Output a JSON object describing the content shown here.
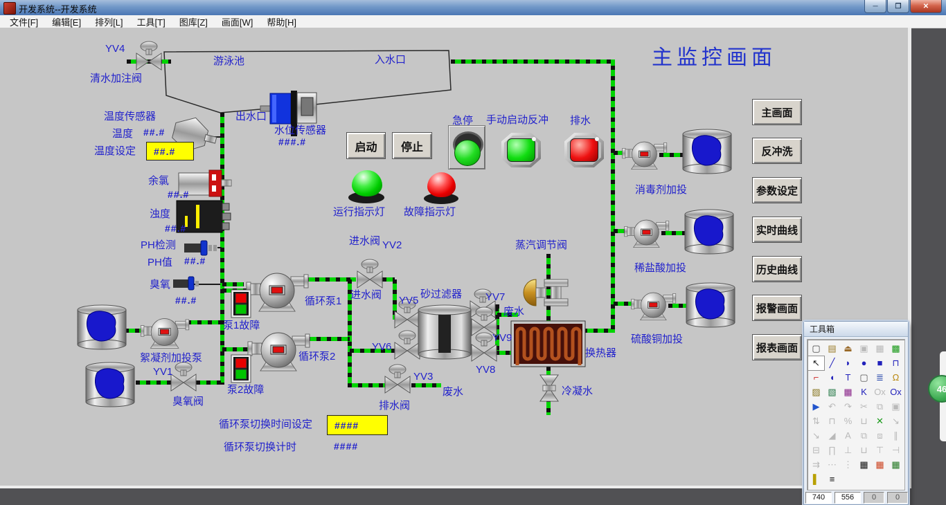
{
  "window": {
    "title": "开发系统--开发系统",
    "menu": [
      "文件[F]",
      "编辑[E]",
      "排列[L]",
      "工具[T]",
      "图库[Z]",
      "画面[W]",
      "帮助[H]"
    ],
    "controls": {
      "minimize": "─",
      "restore": "❐",
      "close": "✕"
    }
  },
  "screen": {
    "title": "主监控画面",
    "yv4": "YV4",
    "clean_water_valve": "清水加注阀",
    "pool_name": "游泳池",
    "pool_inlet": "入水口",
    "pool_outlet": "出水口",
    "level_sensor": "水位传感器",
    "level_value": "###.#",
    "temp_sensor": "温度传感器",
    "temp_label": "温度",
    "temp_value": "##.#",
    "temp_set_label": "温度设定",
    "temp_set_value": "##.#",
    "chlorine_label": "余氯",
    "chlorine_value": "##.#",
    "turbidity_label": "浊度",
    "turbidity_value": "##.#",
    "ph_detect": "PH检测",
    "ph_label": "PH值",
    "ph_value": "##.#",
    "ozone_label": "臭氧",
    "ozone_value": "##.#",
    "start": "启动",
    "stop": "停止",
    "estop": "急停",
    "backwash": "手动启动反冲",
    "drain": "排水",
    "run_lamp": "运行指示灯",
    "fault_lamp": "故障指示灯",
    "dosing": [
      "消毒剂加投",
      "稀盐酸加投",
      "硫酸铜加投"
    ],
    "inlet_valve": "进水阀",
    "yv2": "YV2",
    "inlet_valve2": "进水阀",
    "yv5": "YV5",
    "yv6": "YV6",
    "sand_filter": "砂过滤器",
    "yv7": "YV7",
    "waste1": "废水",
    "yv9": "YV9",
    "yv8": "YV8",
    "steam_valve": "蒸汽调节阀",
    "heat_exchanger": "换热器",
    "condensate": "冷凝水",
    "yv3": "YV3",
    "drain_valve": "排水阀",
    "waste2": "废水",
    "pump1": "循环泵1",
    "pump1_fault": "泵1故障",
    "pump2": "循环泵2",
    "pump2_fault": "泵2故障",
    "floc_pump": "絮凝剂加投泵",
    "yv1": "YV1",
    "ozone_valve": "臭氧阀",
    "switch_time_label": "循环泵切换时间设定",
    "switch_time_value": "####",
    "switch_timer_label": "循环泵切换计时",
    "switch_timer_value": "####"
  },
  "nav": {
    "buttons": [
      "主画面",
      "反冲洗",
      "参数设定",
      "实时曲线",
      "历史曲线",
      "报警画面",
      "报表画面"
    ]
  },
  "toolbox": {
    "title": "工具箱",
    "status": [
      "740",
      "556",
      "0",
      "0"
    ],
    "icons": [
      {
        "g": "▢",
        "n": "new-file-icon",
        "c": "#444"
      },
      {
        "g": "▤",
        "n": "open-file-icon",
        "c": "#9a7b2a"
      },
      {
        "g": "⏏",
        "n": "exit-icon",
        "c": "#9a6a2a"
      },
      {
        "g": "▣",
        "n": "save-icon",
        "dim": true
      },
      {
        "g": "▦",
        "n": "preview-icon",
        "dim": true
      },
      {
        "g": "▩",
        "n": "runtime-icon",
        "c": "#1a9a1a"
      },
      {
        "g": "↖",
        "n": "pointer-tool-icon",
        "sel": true,
        "c": "#222"
      },
      {
        "g": "╱",
        "n": "line-tool-icon",
        "c": "#2222bb"
      },
      {
        "g": "◗",
        "n": "ellipse-tool-icon",
        "c": "#2222bb"
      },
      {
        "g": "●",
        "n": "circle-tool-icon",
        "c": "#2222bb"
      },
      {
        "g": "■",
        "n": "rect-tool-icon",
        "c": "#2222bb"
      },
      {
        "g": "⊓",
        "n": "polyline-tool-icon",
        "c": "#2222bb"
      },
      {
        "g": "⌐",
        "n": "pipe-tool-icon",
        "c": "#cc2222"
      },
      {
        "g": "◖",
        "n": "arc-tool-icon",
        "c": "#2222bb"
      },
      {
        "g": "T",
        "n": "text-tool-icon",
        "c": "#2222bb"
      },
      {
        "g": "▢",
        "n": "roundrect-tool-icon",
        "c": "#555"
      },
      {
        "g": "≣",
        "n": "report-tool-icon",
        "c": "#2244aa"
      },
      {
        "g": "Ω",
        "n": "alarm-bell-tool-icon",
        "c": "#b8860b"
      },
      {
        "g": "▨",
        "n": "script-tool-icon",
        "c": "#887722"
      },
      {
        "g": "▧",
        "n": "bitmap-tool-icon",
        "c": "#227744"
      },
      {
        "g": "▦",
        "n": "graph-tool-icon",
        "c": "#882288"
      },
      {
        "g": "K",
        "n": "datetime-tool-icon",
        "c": "#2222bb"
      },
      {
        "g": "Ox",
        "n": "display-tool-icon",
        "dim": true
      },
      {
        "g": "Ox",
        "n": "display2-tool-icon",
        "c": "#2222bb"
      },
      {
        "g": "▶",
        "n": "animation-tool-icon",
        "c": "#2255cc"
      },
      {
        "g": "↶",
        "n": "undo-icon",
        "dim": true
      },
      {
        "g": "↷",
        "n": "redo-icon",
        "dim": true
      },
      {
        "g": "✂",
        "n": "cut-icon",
        "dim": true
      },
      {
        "g": "⧉",
        "n": "copy-icon",
        "dim": true
      },
      {
        "g": "▣",
        "n": "paste-icon",
        "dim": true
      },
      {
        "g": "⇅",
        "n": "flip-vertical-icon",
        "dim": true
      },
      {
        "g": "⊓",
        "n": "align-widget-icon",
        "dim": true
      },
      {
        "g": "%",
        "n": "scale-icon",
        "dim": true
      },
      {
        "g": "⊔",
        "n": "mirror-icon",
        "dim": true
      },
      {
        "g": "✕",
        "n": "group-icon",
        "c": "#1a9a1a"
      },
      {
        "g": "↘",
        "n": "move-icon",
        "dim": true
      },
      {
        "g": "↘",
        "n": "rotate-icon",
        "dim": true
      },
      {
        "g": "◢",
        "n": "skew-icon",
        "dim": true
      },
      {
        "g": "A",
        "n": "font-icon",
        "dim": true
      },
      {
        "g": "⧉",
        "n": "copy-style-icon",
        "dim": true
      },
      {
        "g": "⧈",
        "n": "paste-style-icon",
        "dim": true
      },
      {
        "g": "∥",
        "n": "same-size-icon",
        "dim": true
      },
      {
        "g": "⊟",
        "n": "align-left-icon",
        "dim": true
      },
      {
        "g": "∏",
        "n": "align-center-icon",
        "dim": true
      },
      {
        "g": "⊥",
        "n": "align-right-icon",
        "dim": true
      },
      {
        "g": "⊔",
        "n": "align-top-icon",
        "dim": true
      },
      {
        "g": "⊤",
        "n": "align-middle-icon",
        "dim": true
      },
      {
        "g": "⊣",
        "n": "align-bottom-icon",
        "dim": true
      },
      {
        "g": "⇉",
        "n": "distribute-icon",
        "dim": true
      },
      {
        "g": "⋯",
        "n": "space-horizontal-icon",
        "dim": true
      },
      {
        "g": "⋮",
        "n": "space-vertical-icon",
        "dim": true
      },
      {
        "g": "▦",
        "n": "grid-icon",
        "c": "#111"
      },
      {
        "g": "▦",
        "n": "grid-color-icon",
        "c": "#cc4422"
      },
      {
        "g": "▦",
        "n": "grid-select-icon",
        "c": "#227722"
      },
      {
        "g": "▌",
        "n": "fill-style-icon",
        "c": "#b8a000"
      },
      {
        "g": "≡",
        "n": "line-style-icon",
        "c": "#111"
      }
    ]
  },
  "overlay": {
    "badge": "46"
  },
  "colors": {
    "label_blue": "#2222cc",
    "pipe_green": "#00d400",
    "canvas_gray": "#c6c6c6",
    "desktop_gray": "#515154",
    "alarm_red": "#e80000",
    "run_green": "#00cc00",
    "input_yellow": "#ffff00"
  }
}
